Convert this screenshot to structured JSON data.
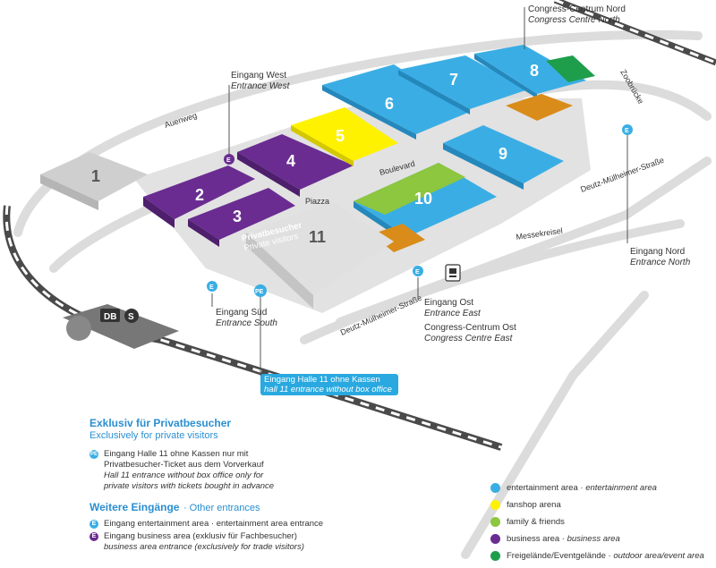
{
  "halls": [
    "1",
    "2",
    "3",
    "4",
    "5",
    "6",
    "7",
    "8",
    "9",
    "10",
    "11"
  ],
  "places": {
    "auenweg": "Auenweg",
    "boulevard": "Boulevard",
    "piazza": "Piazza",
    "zoobruecke": "Zoobrücke",
    "deutz_muelheimer_1": "Deutz-Mülheimer-Straße",
    "deutz_muelheimer_2": "Deutz-Mülheimer-Straße",
    "messekreisel": "Messekreisel",
    "db": "DB",
    "sbahn": "S"
  },
  "entrances": {
    "west_de": "Eingang West",
    "west_en": "Entrance West",
    "nord_de": "Eingang Nord",
    "nord_en": "Entrance North",
    "ost_de": "Eingang Ost",
    "ost_en": "Entrance East",
    "sued_de": "Eingang Süd",
    "sued_en": "Entrance South",
    "cc_nord_de": "Congress-Centrum Nord",
    "cc_nord_en": "Congress Centre North",
    "cc_ost_de": "Congress-Centrum Ost",
    "cc_ost_en": "Congress Centre East"
  },
  "markers": {
    "e": "E",
    "pe": "PE"
  },
  "private_sign": {
    "de": "Privatbesucher",
    "en": "Private visitors"
  },
  "callout": {
    "de": "Eingang Halle 11 ohne Kassen",
    "en": "hall 11 entrance without box office"
  },
  "legend_left": {
    "title_de": "Exklusiv für Privatbesucher",
    "title_en": "Exclusively for private visitors",
    "pe_line1": "Eingang Halle 11 ohne Kassen nur mit",
    "pe_line2": "Privatbesucher-Ticket aus dem Vorverkauf",
    "pe_line3": "Hall 11 entrance without box office only for",
    "pe_line4": "private visitors with tickets bought in advance",
    "other_de": "Weitere Eingänge",
    "other_en": "· Other entrances",
    "e_blue": "Eingang entertainment area · entertainment area entrance",
    "e_purple_1": "Eingang business area (exklusiv für Fachbesucher)",
    "e_purple_2": "business area entrance (exclusively for trade visitors)"
  },
  "legend_right": [
    {
      "label_de": "entertainment area · ",
      "label_en": "entertainment area",
      "color": "#3aaee4"
    },
    {
      "label_de": "fanshop arena",
      "label_en": "",
      "color": "#fff200"
    },
    {
      "label_de": "family & friends",
      "label_en": "",
      "color": "#8dc63f"
    },
    {
      "label_de": "business area · ",
      "label_en": "business area",
      "color": "#6a2c91"
    },
    {
      "label_de": "Freigelände/Eventgelände · ",
      "label_en": "outdoor area/event area",
      "color": "#1e9e4a"
    }
  ],
  "colors": {
    "blue": "#3aaee4",
    "yellow": "#fff200",
    "green": "#8dc63f",
    "purple": "#6a2c91",
    "darkgreen": "#1e9e4a",
    "orange": "#d98c1a",
    "grey": "#d6d6d6"
  }
}
